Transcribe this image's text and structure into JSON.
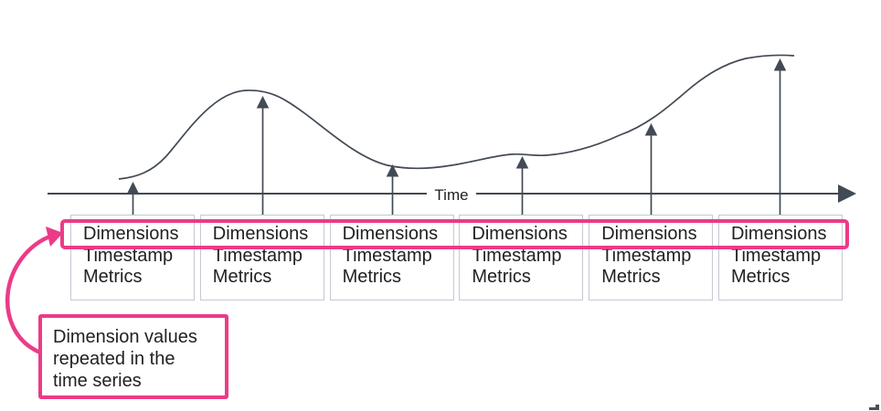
{
  "axis": {
    "label": "Time"
  },
  "records": [
    {
      "dimensions": "Dimensions",
      "timestamp": "Timestamp",
      "metrics": "Metrics"
    },
    {
      "dimensions": "Dimensions",
      "timestamp": "Timestamp",
      "metrics": "Metrics"
    },
    {
      "dimensions": "Dimensions",
      "timestamp": "Timestamp",
      "metrics": "Metrics"
    },
    {
      "dimensions": "Dimensions",
      "timestamp": "Timestamp",
      "metrics": "Metrics"
    },
    {
      "dimensions": "Dimensions",
      "timestamp": "Timestamp",
      "metrics": "Metrics"
    },
    {
      "dimensions": "Dimensions",
      "timestamp": "Timestamp",
      "metrics": "Metrics"
    }
  ],
  "callout": {
    "lines": [
      "Dimension values",
      "repeated in the",
      "time series"
    ]
  },
  "colors": {
    "accent_pink": "#ec3b87",
    "line": "#424a54",
    "box_border": "#c6c8d4",
    "text": "#212121"
  }
}
